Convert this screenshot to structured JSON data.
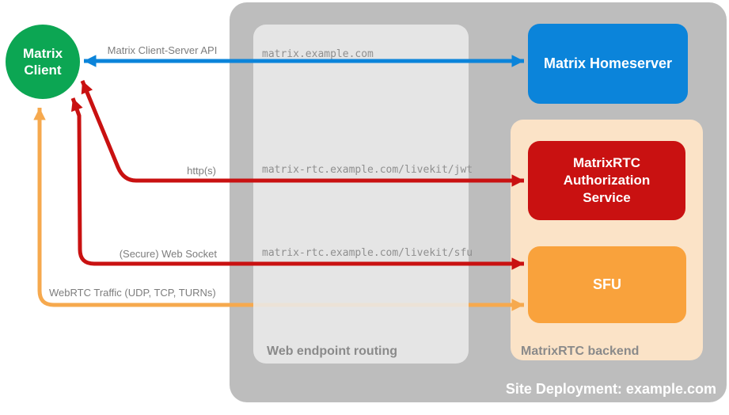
{
  "colors": {
    "client_green": "#0ca653",
    "homeserver_blue": "#0b84da",
    "auth_red": "#c91111",
    "sfu_orange": "#f9a23c",
    "webrtc_line_orange": "#f6a94e",
    "backend_peach": "#fbe3c7",
    "deployment_gray": "#bdbdbd",
    "routing_gray": "#eaeaea",
    "container_label_gray": "#8a8a8a",
    "connection_label_gray": "#7d7d7d"
  },
  "client": {
    "label": "Matrix Client"
  },
  "deployment": {
    "label": "Site Deployment: example.com"
  },
  "routing": {
    "label": "Web endpoint routing"
  },
  "backend": {
    "label": "MatrixRTC backend"
  },
  "nodes": {
    "homeserver": {
      "label": "Matrix Homeserver"
    },
    "auth_service": {
      "label": "MatrixRTC Authorization Service"
    },
    "sfu": {
      "label": "SFU"
    }
  },
  "connections": [
    {
      "protocol": "Matrix Client-Server API",
      "endpoint": "matrix.example.com",
      "color": "#0b84da"
    },
    {
      "protocol": "http(s)",
      "endpoint": "matrix-rtc.example.com/livekit/jwt",
      "color": "#c91111"
    },
    {
      "protocol": "(Secure) Web Socket",
      "endpoint": "matrix-rtc.example.com/livekit/sfu",
      "color": "#c91111"
    },
    {
      "protocol": "WebRTC Traffic (UDP, TCP, TURNs)",
      "color": "#f6a94e"
    }
  ]
}
